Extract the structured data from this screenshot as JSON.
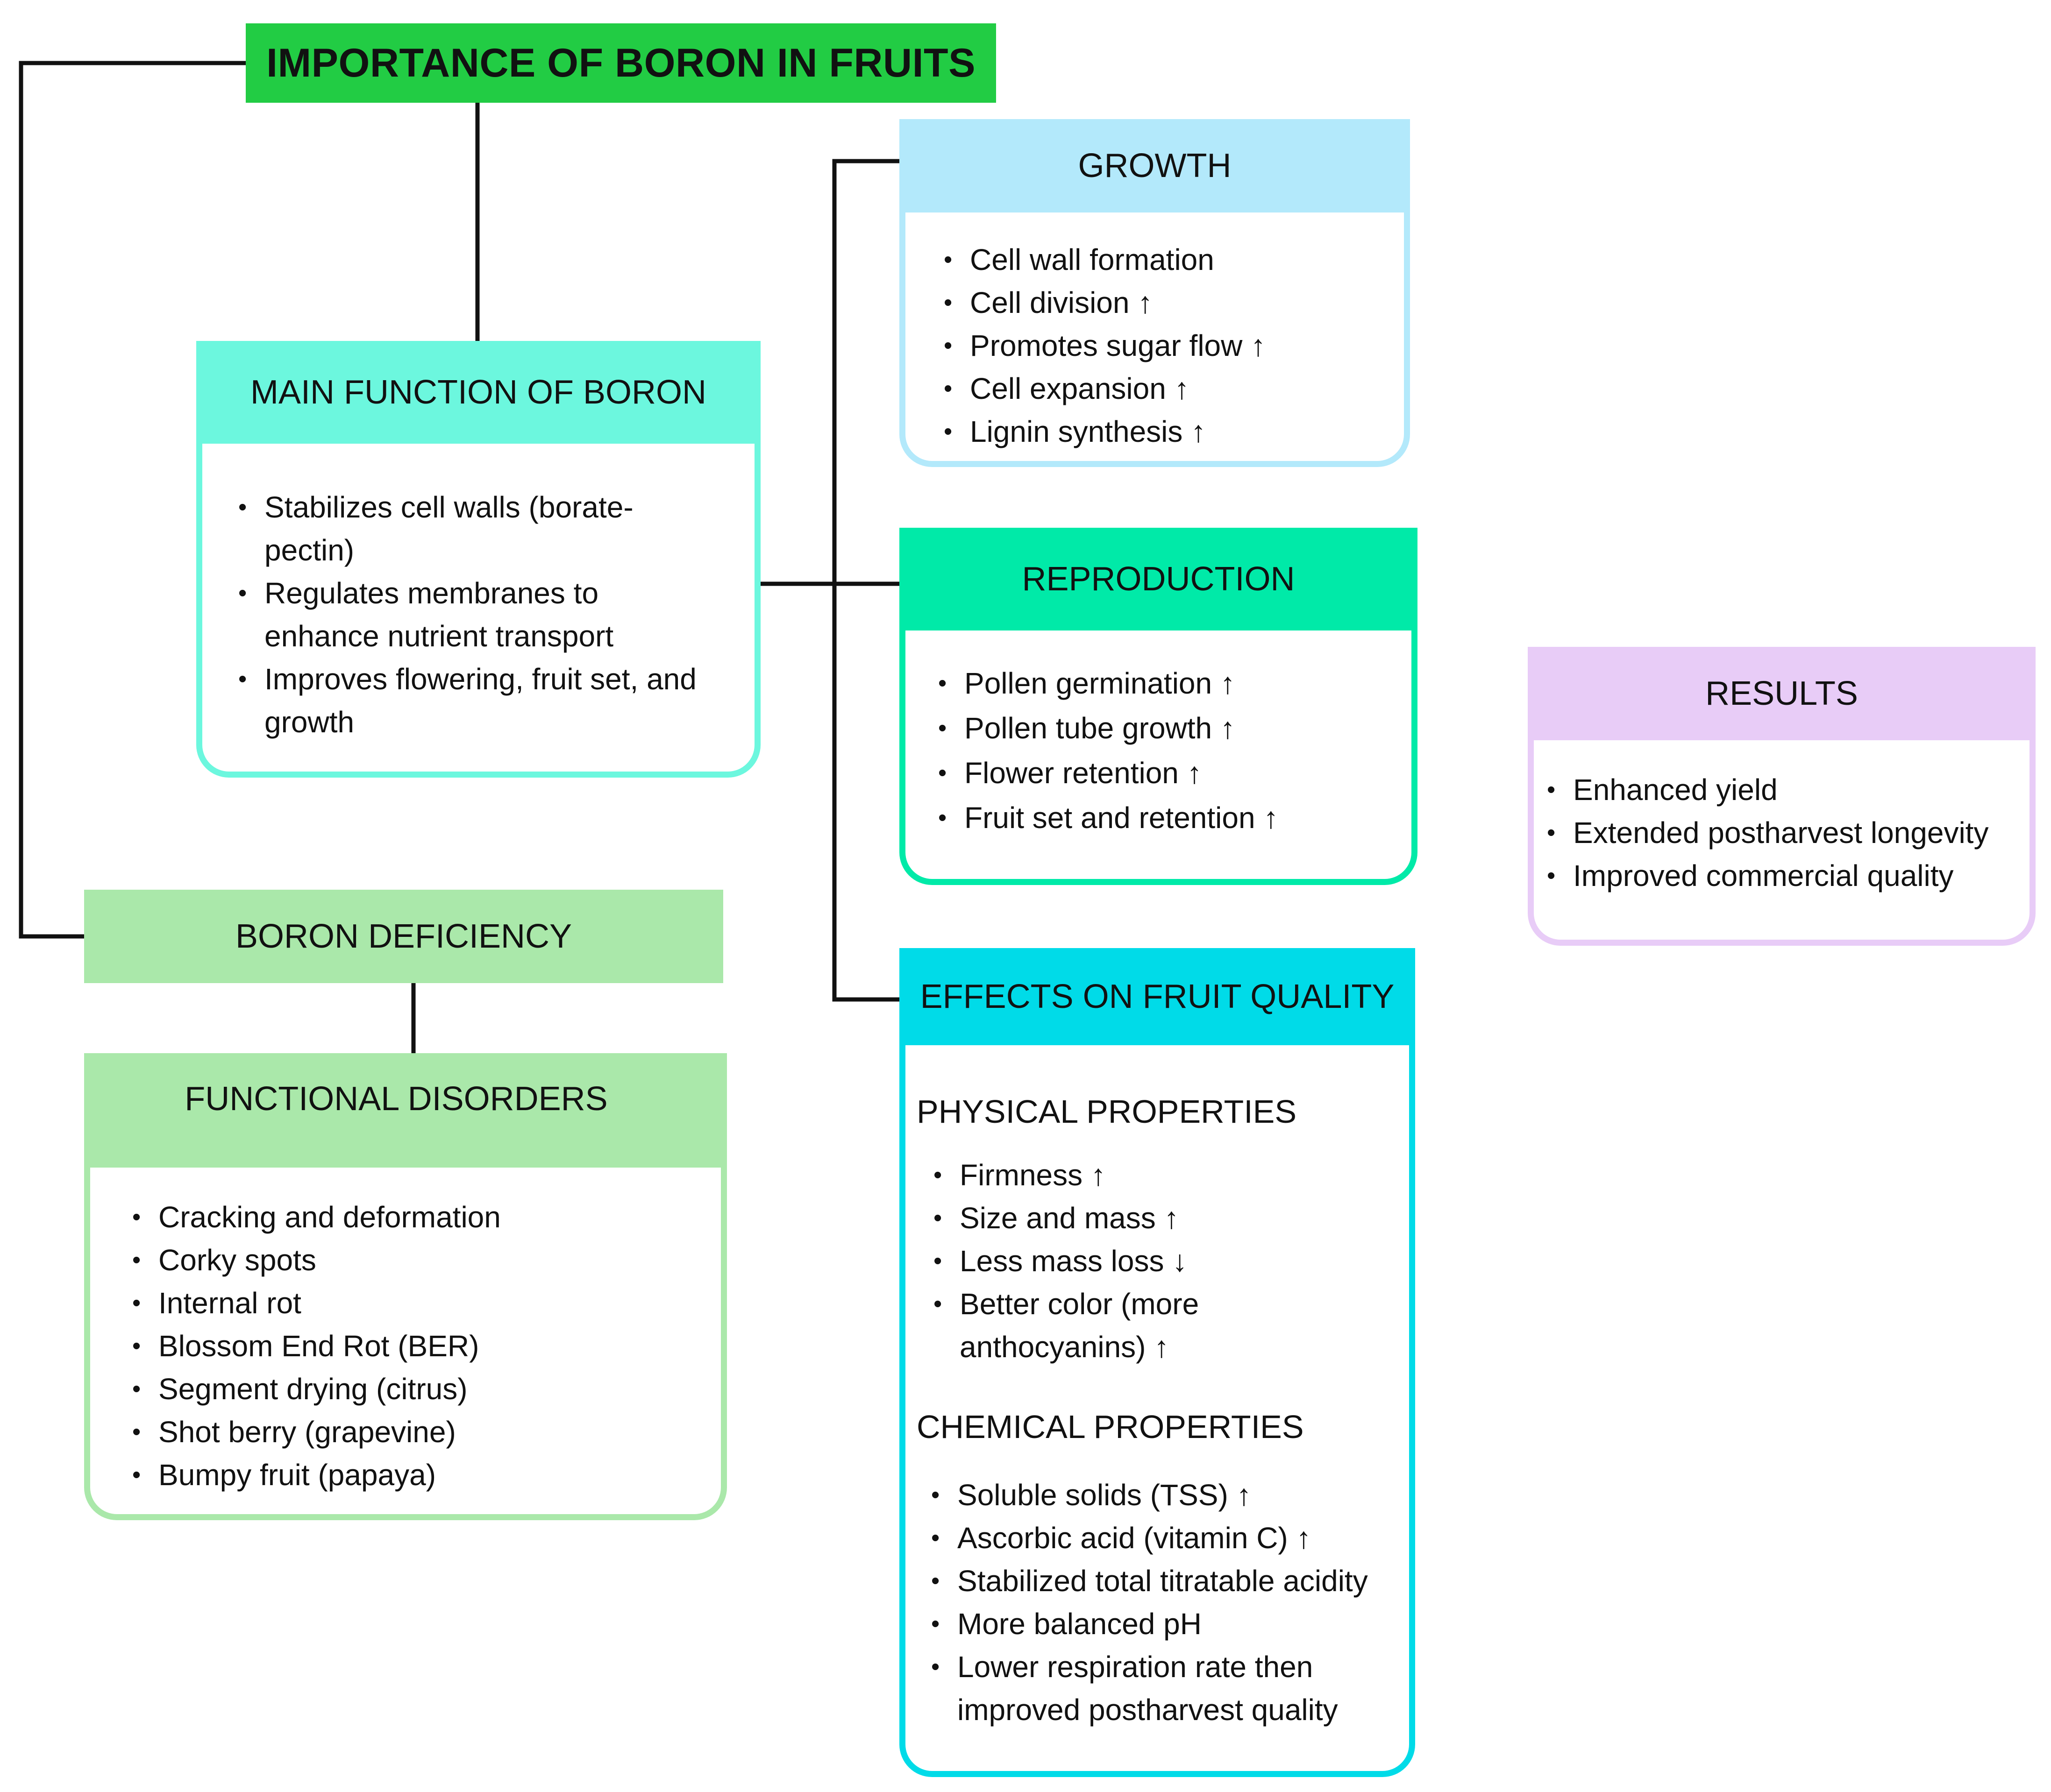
{
  "title": "IMPORTANCE OF BORON IN FRUITS",
  "colors": {
    "title_bg": "#22cc44",
    "main_function": "#6cf7de",
    "growth": "#b3e9fb",
    "reproduction": "#00eaa8",
    "effects": "#00dbe8",
    "results": "#e8ccf7",
    "deficiency": "#aae8aa",
    "connector": "#111111"
  },
  "main_function": {
    "heading": "MAIN FUNCTION OF BORON",
    "lines": [
      "Stabilizes cell walls (borate-",
      "pectin)",
      "Regulates membranes to",
      "enhance nutrient transport",
      "Improves flowering, fruit set, and",
      "growth"
    ]
  },
  "growth": {
    "heading": "GROWTH",
    "items": [
      "Cell wall formation",
      "Cell division ↑",
      "Promotes sugar flow ↑",
      "Cell expansion ↑",
      "Lignin synthesis ↑"
    ]
  },
  "reproduction": {
    "heading": "REPRODUCTION",
    "items": [
      "Pollen germination ↑",
      "Pollen tube growth ↑",
      "Flower retention ↑",
      "Fruit set and retention ↑"
    ]
  },
  "effects": {
    "heading": "EFFECTS ON FRUIT QUALITY",
    "physical_heading": "PHYSICAL PROPERTIES",
    "physical_lines": [
      "Firmness ↑",
      "Size and mass ↑",
      "Less mass loss ↓",
      "Better color (more",
      "anthocyanins) ↑"
    ],
    "chemical_heading": "CHEMICAL PROPERTIES",
    "chemical_lines": [
      "Soluble solids (TSS) ↑",
      "Ascorbic acid (vitamin C) ↑",
      "Stabilized total titratable acidity",
      "More balanced pH",
      "Lower respiration rate then",
      "improved postharvest quality"
    ]
  },
  "results": {
    "heading": "RESULTS",
    "items": [
      "Enhanced yield",
      "Extended postharvest longevity",
      "Improved commercial quality"
    ]
  },
  "deficiency": {
    "heading": "BORON DEFICIENCY"
  },
  "disorders": {
    "heading": "FUNCTIONAL DISORDERS",
    "items": [
      "Cracking and deformation",
      "Corky spots",
      "Internal rot",
      "Blossom End Rot (BER)",
      "Segment drying (citrus)",
      "Shot berry (grapevine)",
      "Bumpy fruit (papaya)"
    ]
  }
}
